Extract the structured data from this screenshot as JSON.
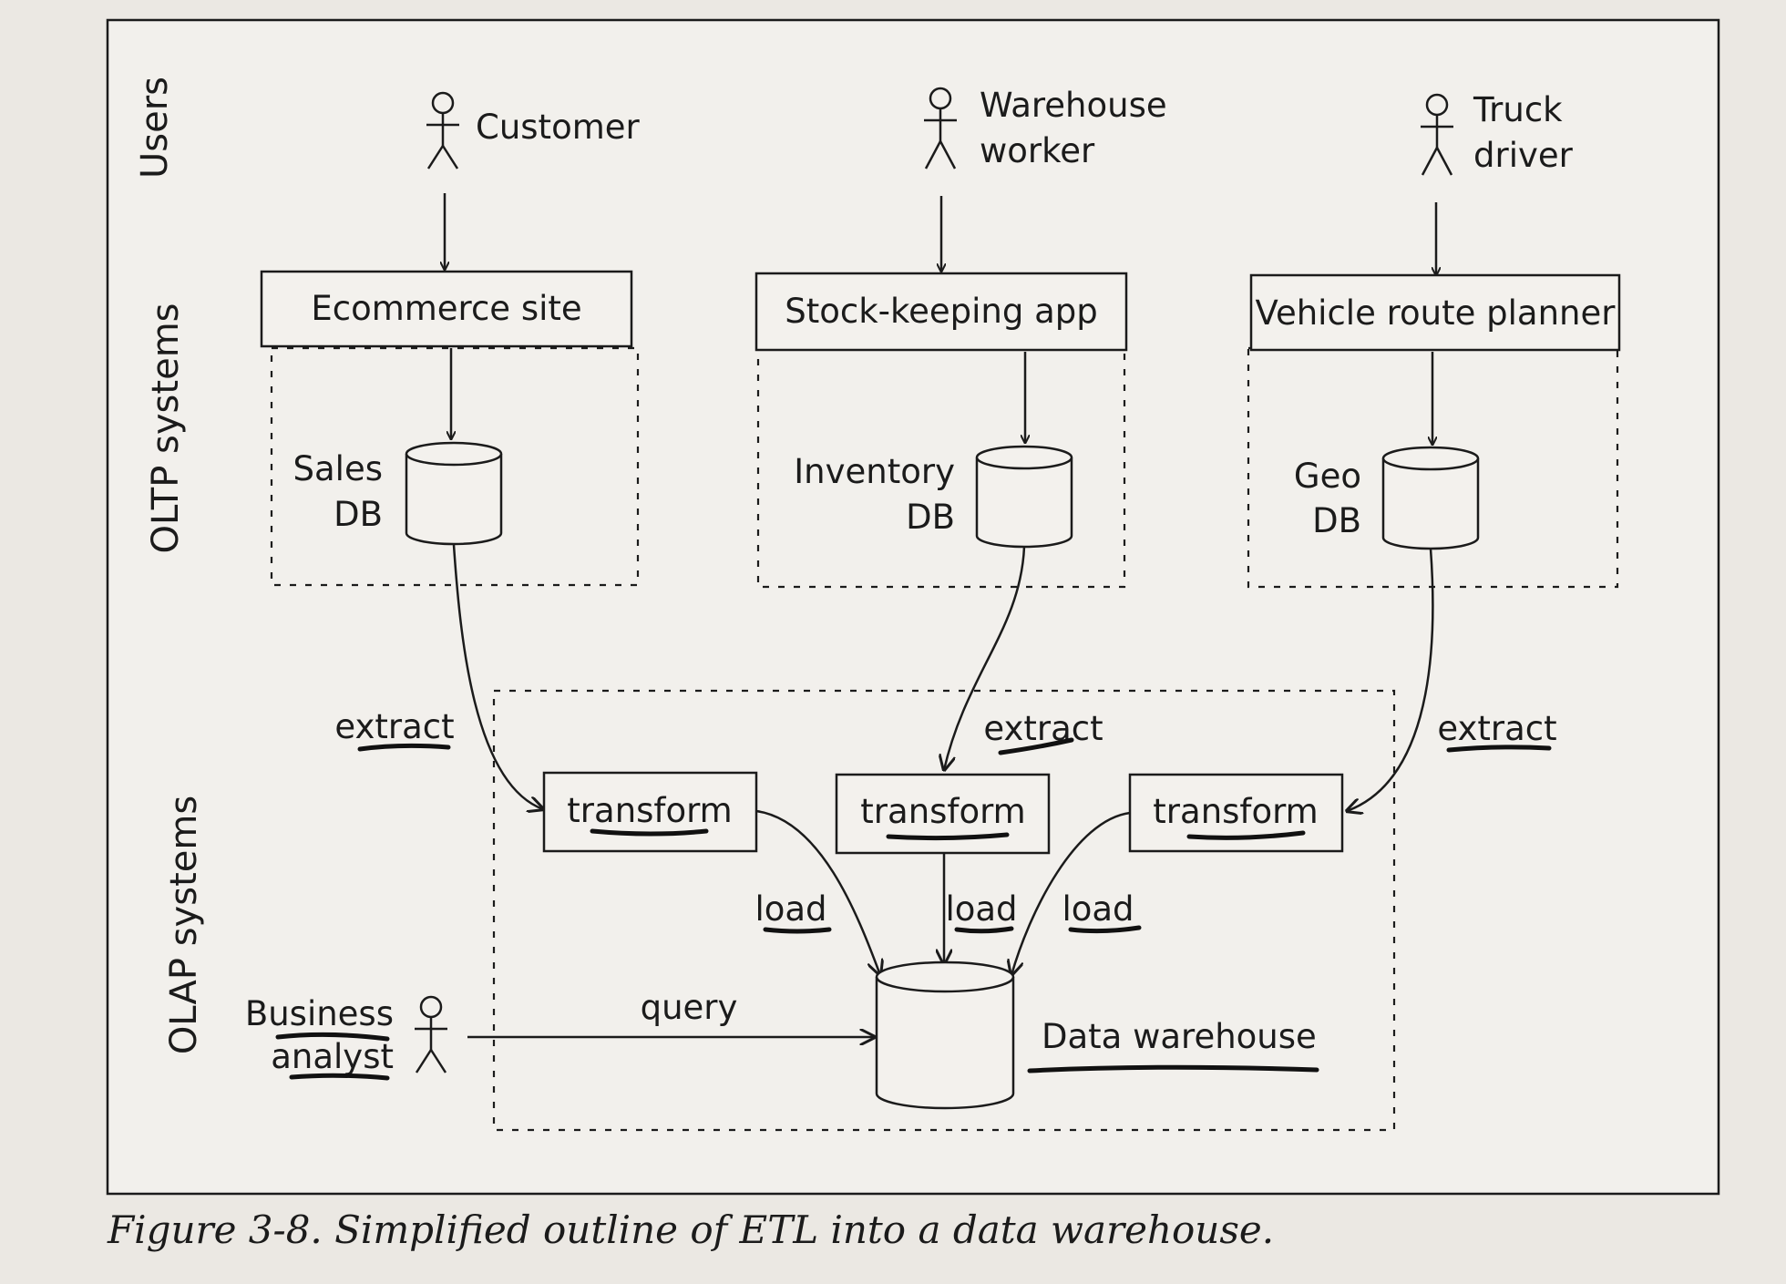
{
  "lanes": {
    "users": "Users",
    "oltp": "OLTP systems",
    "olap": "OLAP systems"
  },
  "actors": {
    "customer": "Customer",
    "warehouse_worker": [
      "Warehouse",
      "worker"
    ],
    "truck_driver": [
      "Truck",
      "driver"
    ],
    "business_analyst": [
      "Business",
      "analyst"
    ]
  },
  "oltp_apps": {
    "ecommerce": "Ecommerce site",
    "stock": "Stock-keeping app",
    "vehicle": "Vehicle route planner"
  },
  "databases": {
    "sales": [
      "Sales",
      "DB"
    ],
    "inventory": [
      "Inventory",
      "DB"
    ],
    "geo": [
      "Geo",
      "DB"
    ]
  },
  "etl": {
    "extract_left": "extract",
    "extract_mid": "extract",
    "extract_right": "extract",
    "transform_left": "transform",
    "transform_mid": "transform",
    "transform_right": "transform",
    "load_left": "load",
    "load_mid": "load",
    "load_right": "load",
    "query": "query"
  },
  "warehouse": "Data warehouse",
  "caption": "Figure 3-8. Simplified outline of ETL into a data warehouse."
}
